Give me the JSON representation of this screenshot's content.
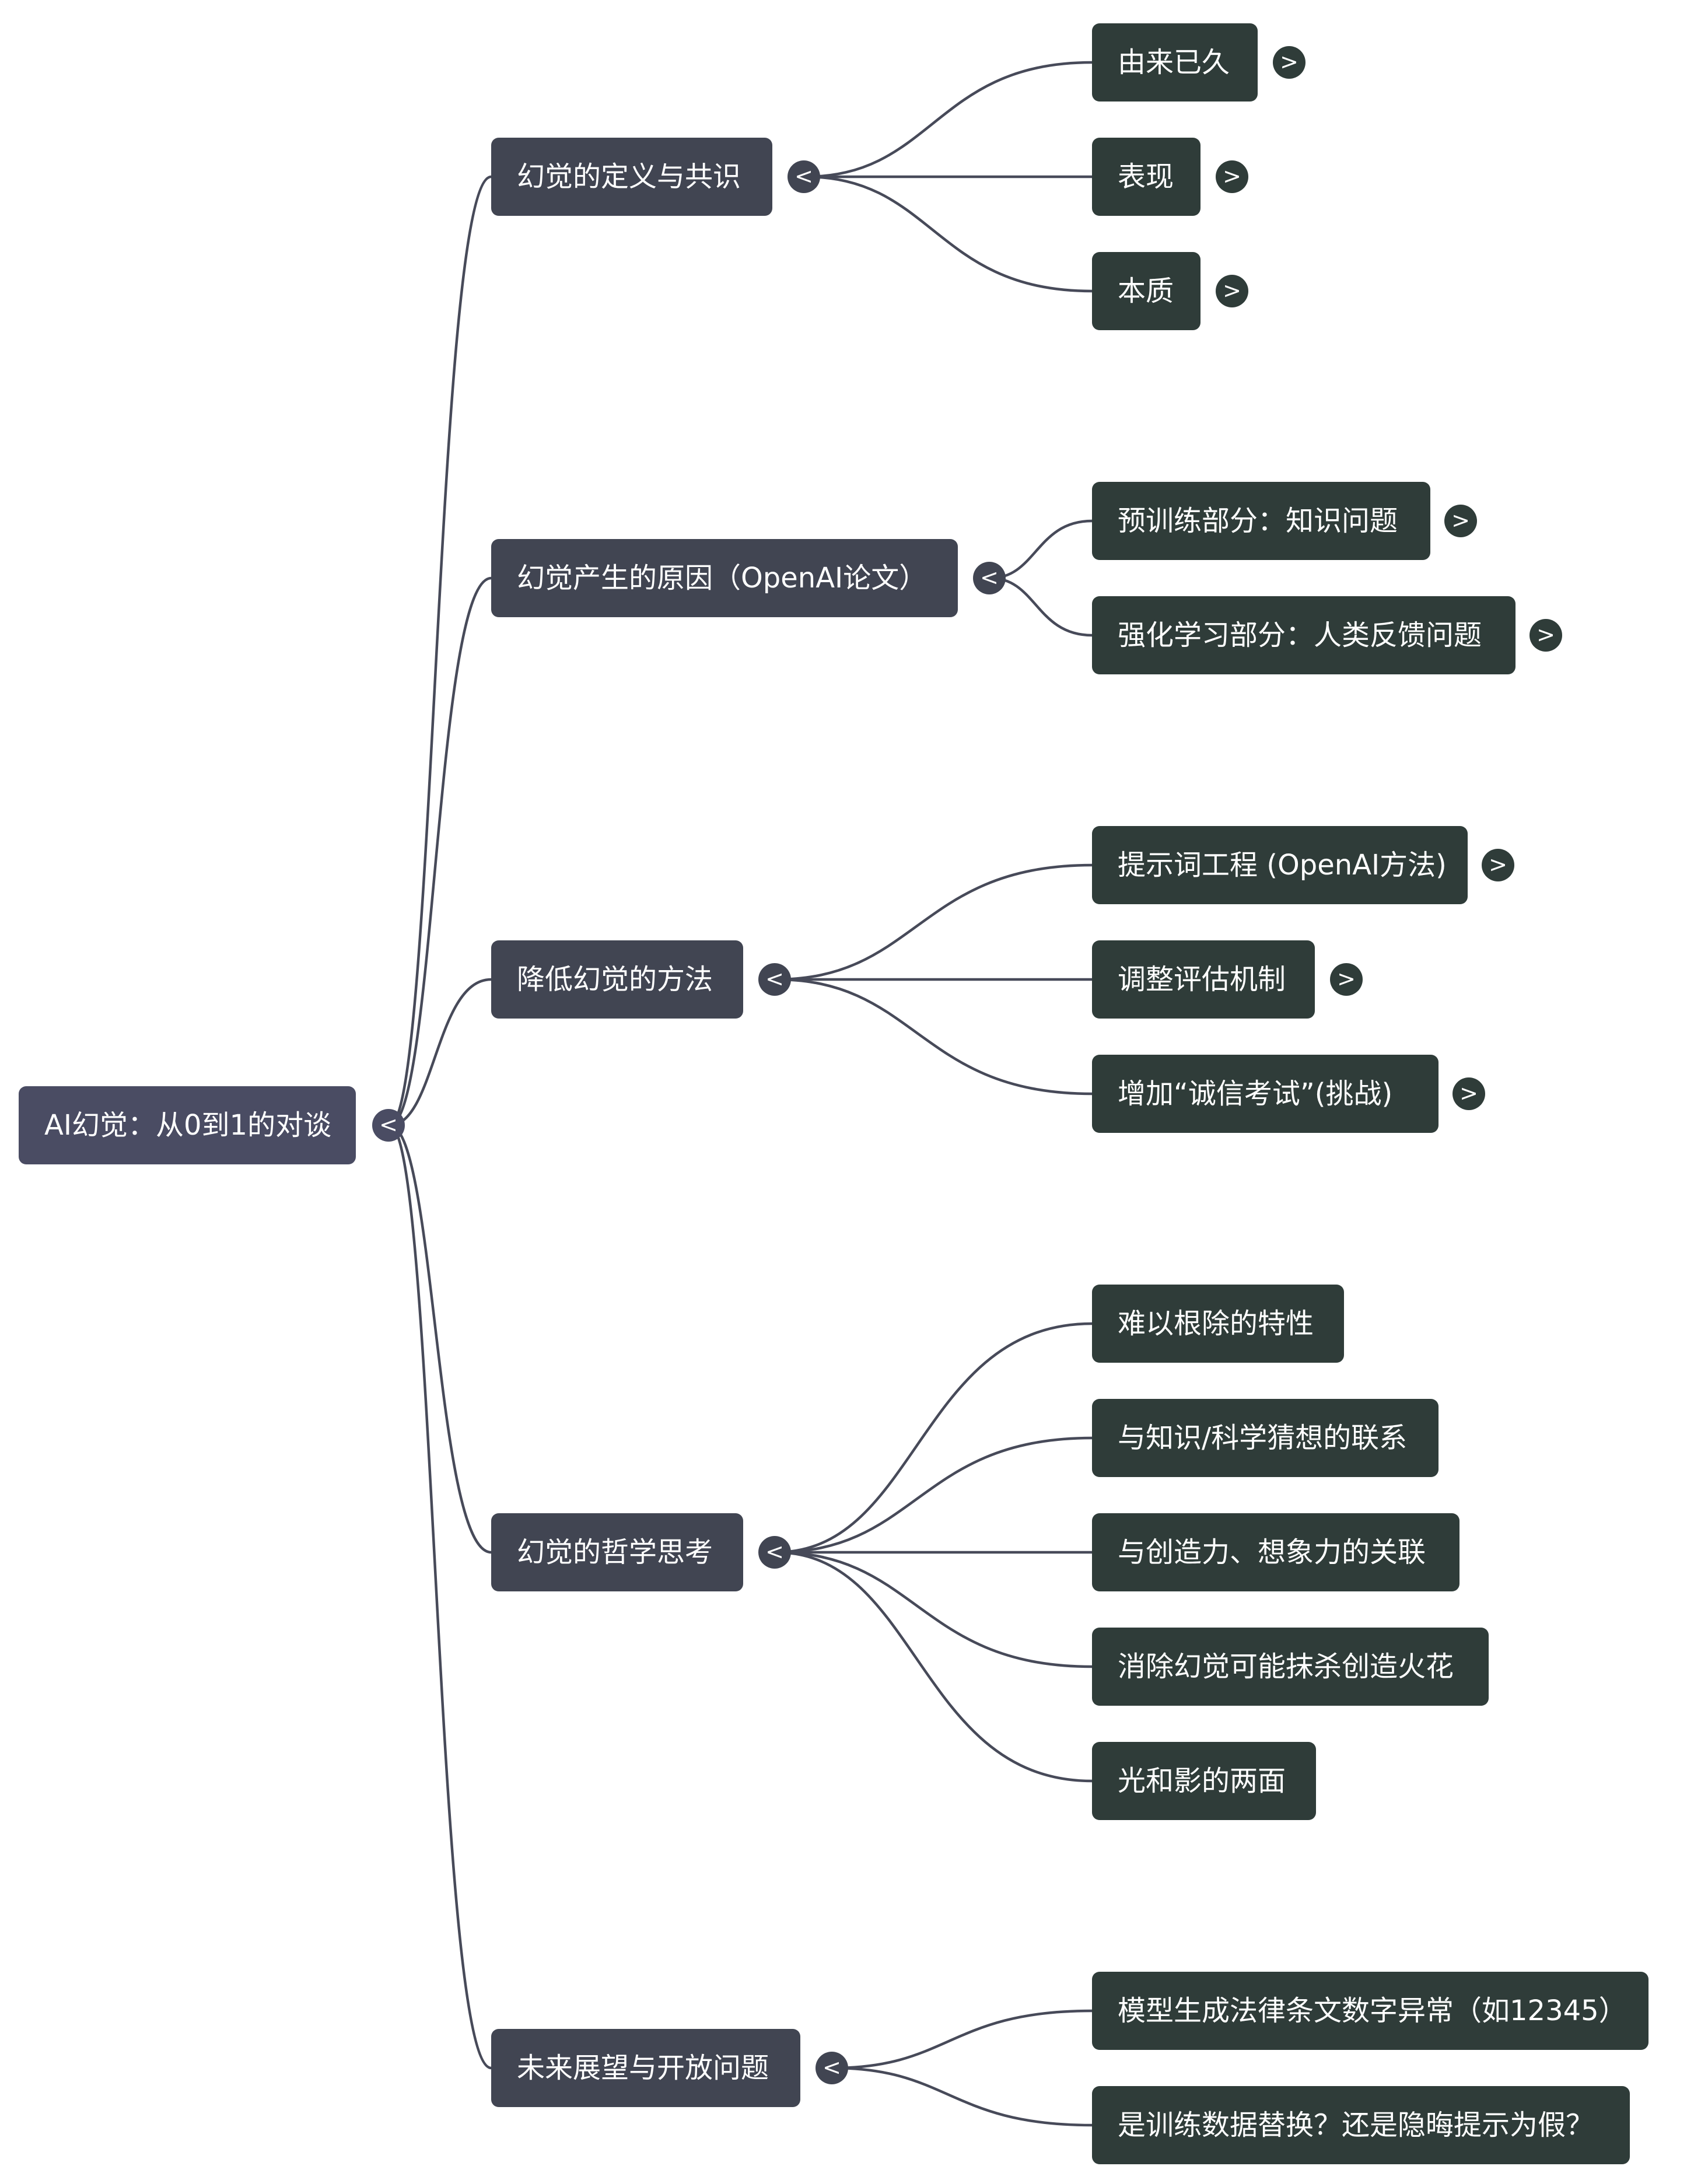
{
  "mindmap": {
    "root": {
      "label": "AI幻觉：从0到1的对谈",
      "toggle": "<"
    },
    "branches": [
      {
        "label": "幻觉的定义与共识",
        "toggle": "<",
        "children": [
          {
            "label": "由来已久",
            "toggle": ">"
          },
          {
            "label": "表现",
            "toggle": ">"
          },
          {
            "label": "本质",
            "toggle": ">"
          }
        ]
      },
      {
        "label": "幻觉产生的原因（OpenAI论文）",
        "toggle": "<",
        "children": [
          {
            "label": "预训练部分：知识问题",
            "toggle": ">"
          },
          {
            "label": "强化学习部分：人类反馈问题",
            "toggle": ">"
          }
        ]
      },
      {
        "label": "降低幻觉的方法",
        "toggle": "<",
        "children": [
          {
            "label": "提示词工程 (OpenAI方法)",
            "toggle": ">"
          },
          {
            "label": "调整评估机制",
            "toggle": ">"
          },
          {
            "label": "增加“诚信考试”(挑战)",
            "toggle": ">"
          }
        ]
      },
      {
        "label": "幻觉的哲学思考",
        "toggle": "<",
        "children": [
          {
            "label": "难以根除的特性"
          },
          {
            "label": "与知识/科学猜想的联系"
          },
          {
            "label": "与创造力、想象力的关联"
          },
          {
            "label": "消除幻觉可能抹杀创造火花"
          },
          {
            "label": "光和影的两面"
          }
        ]
      },
      {
        "label": "未来展望与开放问题",
        "toggle": "<",
        "children": [
          {
            "label": "模型生成法律条文数字异常（如12345）"
          },
          {
            "label": "是训练数据替换？还是隐晦提示为假？"
          }
        ]
      }
    ]
  },
  "colors": {
    "root": "#4a4c63",
    "main": "#414552",
    "sub": "#2f3c39",
    "edge": "#474a59",
    "text": "#ffffff",
    "background": "#ffffff"
  }
}
